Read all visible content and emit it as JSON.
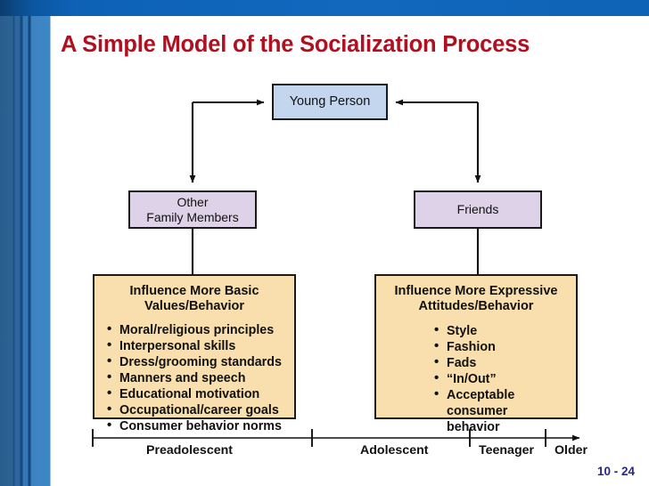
{
  "slide": {
    "title": "A Simple Model of the Socialization Process",
    "title_color": "#B01020",
    "page_number": "10 - 24",
    "page_number_color": "#26278D",
    "accent_bar_color": "#0E63B8"
  },
  "diagram": {
    "nodes": {
      "young_person": {
        "label": "Young Person",
        "fill": "#C3D6ED"
      },
      "family": {
        "label": "Other\nFamily Members",
        "line1": "Other",
        "line2": "Family Members",
        "fill": "#DED2E8"
      },
      "friends": {
        "label": "Friends",
        "fill": "#DED2E8"
      }
    },
    "panels": [
      {
        "id": "basic-values",
        "heading_line1": "Influence More Basic",
        "heading_line2": "Values/Behavior",
        "fill": "#FADFAE",
        "items": [
          "Moral/religious principles",
          "Interpersonal skills",
          "Dress/grooming standards",
          "Manners and speech",
          "Educational motivation",
          "Occupational/career goals",
          "Consumer behavior norms"
        ]
      },
      {
        "id": "expressive-attitudes",
        "heading_line1": "Influence More Expressive",
        "heading_line2": "Attitudes/Behavior",
        "fill": "#FADFAE",
        "items": [
          "Style",
          "Fashion",
          "Fads",
          "“In/Out”",
          "Acceptable\nconsumer\nbehavior"
        ]
      }
    ]
  },
  "timeline": {
    "labels": [
      {
        "id": "preadolescent",
        "text": "Preadolescent"
      },
      {
        "id": "adolescent",
        "text": "Adolescent"
      },
      {
        "id": "teenager",
        "text": "Teenager"
      },
      {
        "id": "older",
        "text": "Older"
      }
    ]
  }
}
